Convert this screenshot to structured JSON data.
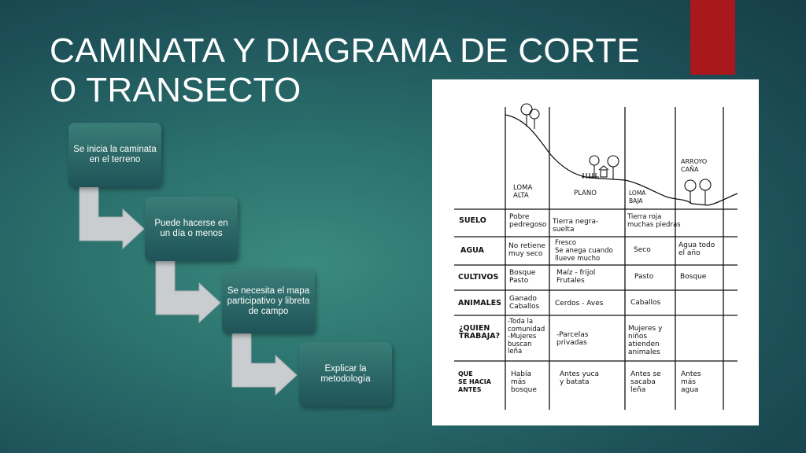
{
  "slide": {
    "title_line1": "CAMINATA Y DIAGRAMA DE CORTE",
    "title_line2": "O TRANSECTO"
  },
  "steps": [
    {
      "text": "Se inicia la caminata en el terreno"
    },
    {
      "text": "Puede hacerse en un día o menos"
    },
    {
      "text": "Se necesita el mapa participativo y libreta de campo"
    },
    {
      "text": "Explicar la metodología"
    }
  ],
  "transect": {
    "zones": [
      "LOMA\nALTA",
      "PLANO",
      "LOMA\nBAJA",
      "ARROYO\nCAÑA"
    ],
    "rows": [
      {
        "label": "SUELO",
        "cells": [
          "Pobre\npedregoso",
          "Tierra negra-\nsuelta",
          "Tierra roja\nmuchas piedras",
          ""
        ]
      },
      {
        "label": "AGUA",
        "cells": [
          "No retiene\nmuy seco",
          "Fresco\nSe anega cuando\nllueve mucho",
          "Seco",
          "Agua todo\nel año"
        ]
      },
      {
        "label": "CULTIVOS",
        "cells": [
          "Bosque\nPasto",
          "Maíz - frijol\nFrutales",
          "Pasto",
          "Bosque"
        ]
      },
      {
        "label": "ANIMALES",
        "cells": [
          "Ganado\nCaballos",
          "Cerdos - Aves",
          "Caballos",
          ""
        ]
      },
      {
        "label": "¿QUIEN\nTRABAJA?",
        "cells": [
          "-Toda la\ncomunidad\n-Mujeres\nbuscan\nleña",
          "-Parcelas\nprivadas",
          "Mujeres y\nniños\natienden\nanimales",
          ""
        ]
      },
      {
        "label": "QUE\nSE HACIA\nANTES",
        "cells": [
          "Había\nmás\nbosque",
          "Antes yuca\ny batata",
          "Antes se\nsacaba\nleña",
          "Antes\nmás\nagua"
        ]
      }
    ]
  }
}
